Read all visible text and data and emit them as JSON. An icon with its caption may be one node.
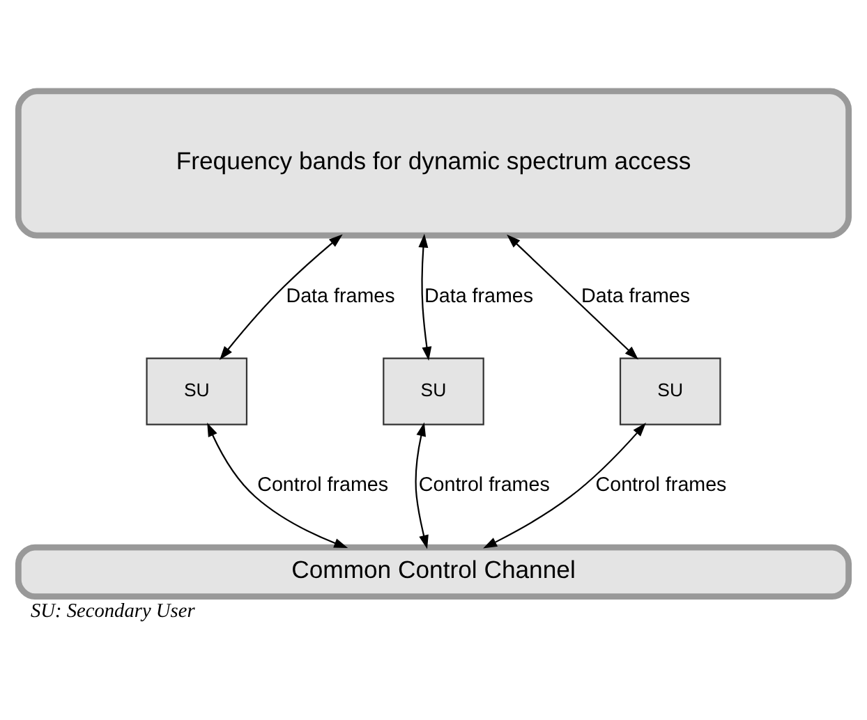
{
  "diagram": {
    "caption": "SU: Secondary User",
    "nodes": [
      {
        "text": [
          "Frequency bands for dynamic spectrum access"
        ]
      },
      {
        "text": [
          "SU"
        ]
      },
      {
        "text": [
          "SU"
        ]
      },
      {
        "text": [
          "SU"
        ]
      },
      {
        "text": [
          "Common Control Channel"
        ]
      }
    ],
    "edges": [
      {
        "from": 1,
        "to": 0,
        "arrow": "both",
        "label": "Data frames"
      },
      {
        "from": 2,
        "to": 0,
        "arrow": "both",
        "label": "Data frames"
      },
      {
        "from": 3,
        "to": 0,
        "arrow": "both",
        "label": "Data frames"
      },
      {
        "from": 1,
        "to": 4,
        "arrow": "both",
        "label": "Control frames"
      },
      {
        "from": 2,
        "to": 4,
        "arrow": "both",
        "label": "Control frames"
      },
      {
        "from": 3,
        "to": 4,
        "arrow": "both",
        "label": "Control frames"
      }
    ]
  }
}
